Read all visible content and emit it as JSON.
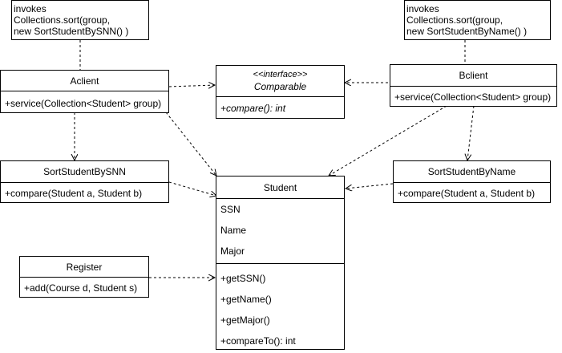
{
  "notes": {
    "left": [
      "invokes",
      "Collections.sort(group,",
      "new SortStudentBySNN() )"
    ],
    "right": [
      "invokes",
      "Collections.sort(group,",
      "new SortStudentByName() )"
    ]
  },
  "aclient": {
    "name": "Aclient",
    "op": "+service(Collection<Student> group)"
  },
  "bclient": {
    "name": "Bclient",
    "op": "+service(Collection<Student> group)"
  },
  "comparable": {
    "stereotype": "<<interface>>",
    "name": "Comparable",
    "op": "+compare(): int"
  },
  "sort_ssn": {
    "name": "SortStudentBySNN",
    "op": "+compare(Student a, Student b)"
  },
  "sort_name": {
    "name": "SortStudentByName",
    "op": "+compare(Student a, Student b)"
  },
  "student": {
    "name": "Student",
    "attrs": [
      "SSN",
      "Name",
      "Major"
    ],
    "ops": [
      "+getSSN()",
      "+getName()",
      "+getMajor()",
      "+compareTo(): int"
    ]
  },
  "register": {
    "name": "Register",
    "op": "+add(Course d, Student s)"
  },
  "colors": {
    "line": "#000000",
    "fill": "#ffffff"
  }
}
